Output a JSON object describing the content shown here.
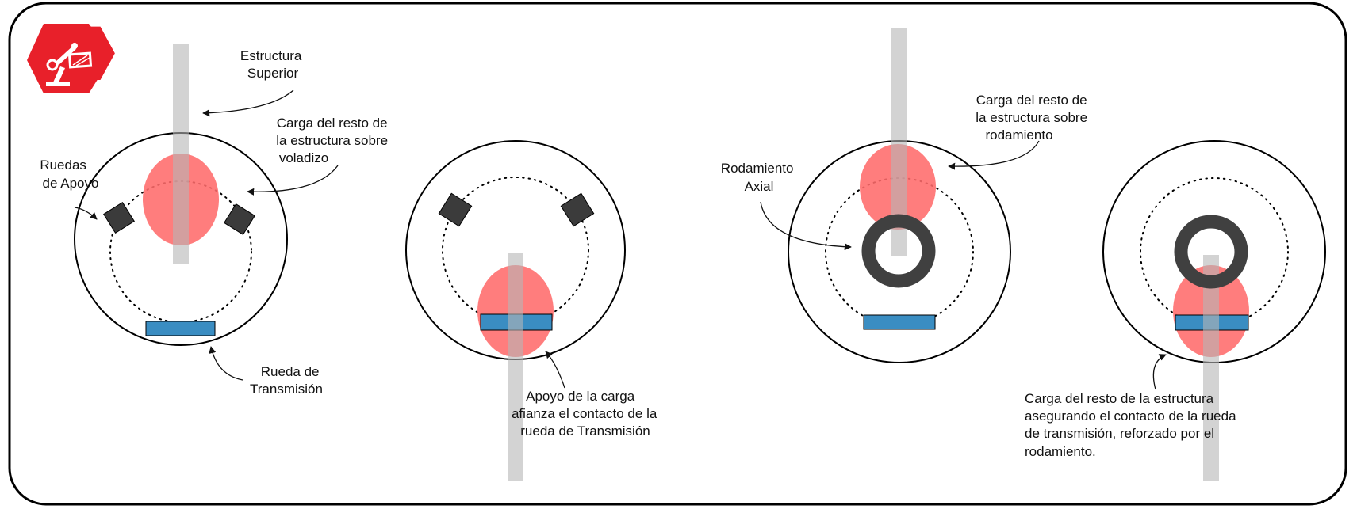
{
  "colors": {
    "frame": "#000000",
    "background": "#ffffff",
    "load_ellipse": "#ff6b6b",
    "shaft": "#d3d3d3",
    "drive_wheel": "#3a8dc2",
    "support_wheel": "#3b3b3b",
    "bearing": "#404040",
    "logo": "#e8202a"
  },
  "logo": {
    "icon": "robotic-arm-icon"
  },
  "diagram1": {
    "label_estructura": [
      "Estructura",
      "Superior"
    ],
    "label_carga": [
      "Carga del resto de",
      "la estructura sobre",
      "voladizo"
    ],
    "label_ruedas": [
      "Ruedas",
      "de Apoyo"
    ],
    "label_rueda_transmision": [
      "Rueda de",
      "Transmisión"
    ]
  },
  "diagram2": {
    "label_apoyo": [
      "Apoyo de la carga",
      "afianza el contacto de la",
      "rueda de Transmisión"
    ]
  },
  "diagram3": {
    "label_carga": [
      "Carga del resto de",
      "la estructura sobre",
      "rodamiento"
    ],
    "label_rodamiento": [
      "Rodamiento",
      "Axial"
    ]
  },
  "diagram4": {
    "label_carga": [
      "Carga del resto de la estructura",
      "asegurando el contacto de la rueda",
      "de transmisión, reforzado por el",
      "rodamiento."
    ]
  }
}
